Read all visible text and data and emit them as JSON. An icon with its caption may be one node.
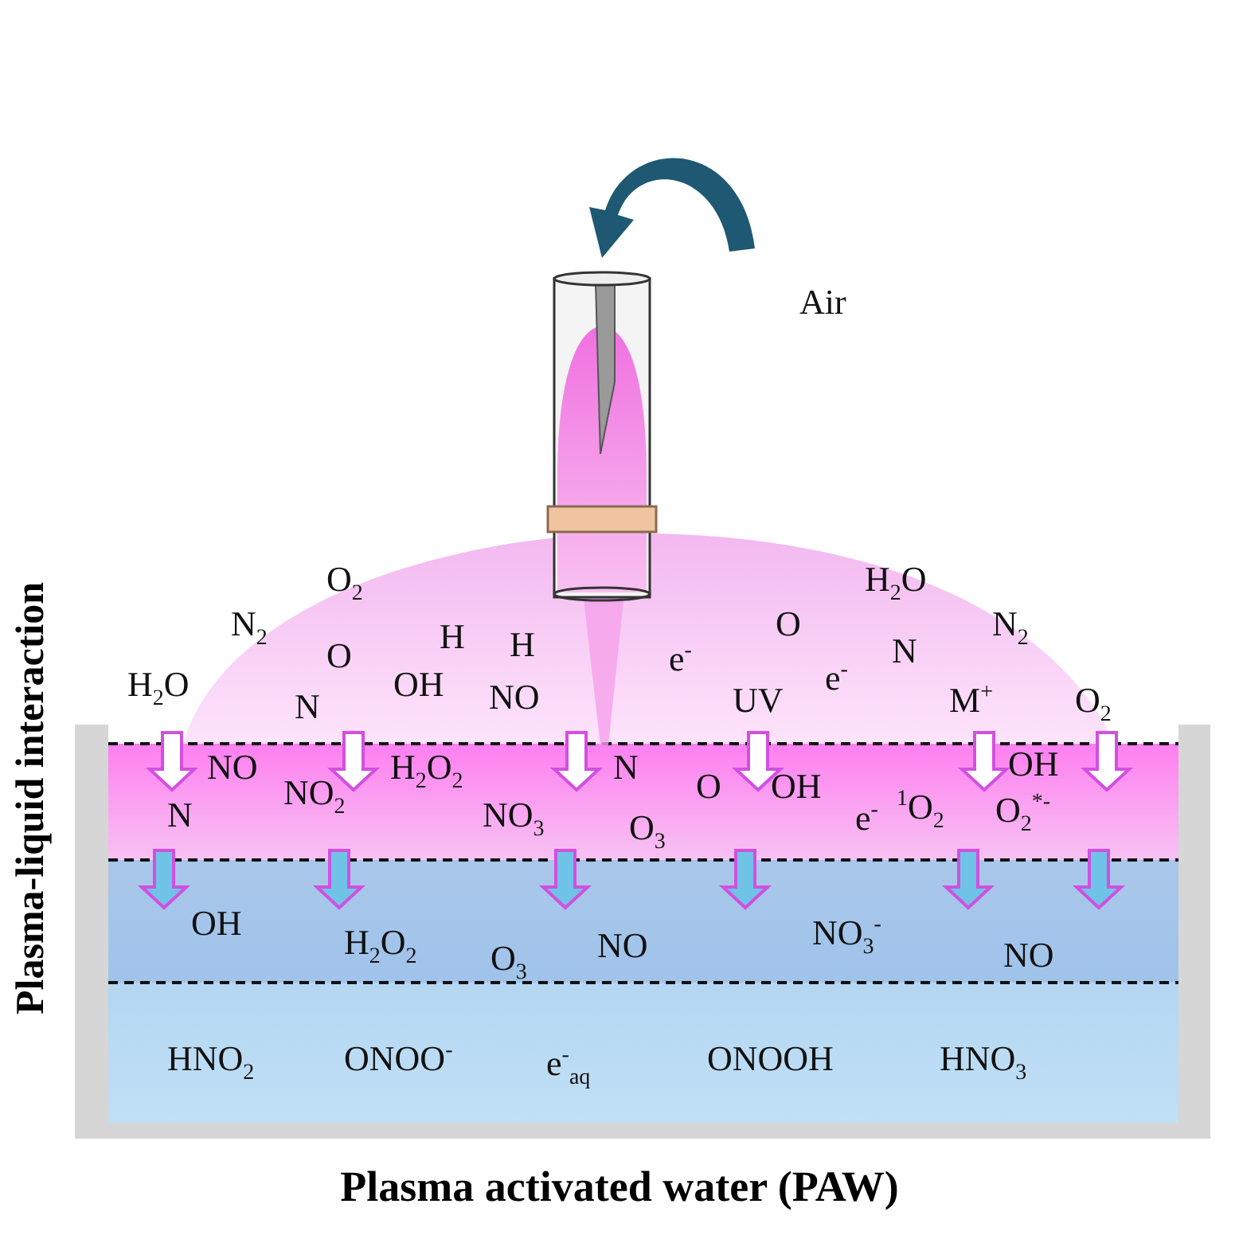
{
  "diagram": {
    "caption": "Plasma activated water (PAW)",
    "labels": [
      "Air",
      "Plasma-liquid interaction",
      "O$_{2}$",
      "H$_{2}$O",
      "N$_{2}$",
      "O",
      "H",
      "H",
      "O",
      "N$_{2}$",
      "e$^{-}$",
      "N",
      "e$^{-}$",
      "H$_{2}$O",
      "N",
      "OH",
      "NO",
      "UV",
      "M$^{+}$",
      "O$_{2}$",
      "NO",
      "H$_{2}$O$_{2}$",
      "N",
      "OH",
      "N",
      "NO$_{2}$",
      "NO$_{3}$",
      "O$_{3}$",
      "O",
      "OH",
      "e$^{-}$",
      "$^{1}$O$_{2}$",
      "O$_{2}$$^{*-}$",
      "OH",
      "H$_{2}$O$_{2}$",
      "O$_{3}$",
      "NO",
      "NO$_{3}$$^{-}$",
      "NO",
      "HNO$_{2}$",
      "ONOO$^{-}$",
      "e$^{-}$$_{aq}$",
      "ONOOH",
      "HNO$_{3}$"
    ]
  }
}
